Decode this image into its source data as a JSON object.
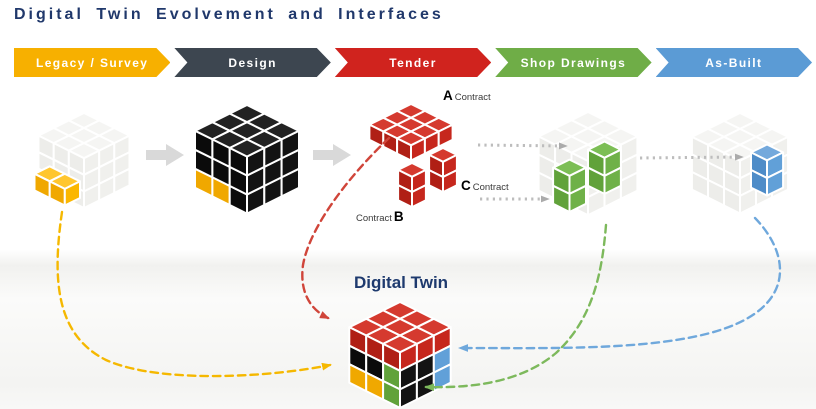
{
  "title": "Digital Twin Evolvement and Interfaces",
  "banner": {
    "text_color": "#FFFFFF",
    "stages": [
      {
        "label": "Legacy / Survey",
        "color": "#F7B000"
      },
      {
        "label": "Design",
        "color": "#3D4650"
      },
      {
        "label": "Tender",
        "color": "#D0231E"
      },
      {
        "label": "Shop Drawings",
        "color": "#6FAD47"
      },
      {
        "label": "As-Built",
        "color": "#5B9BD5"
      }
    ]
  },
  "digital_twin": {
    "label": "Digital Twin",
    "label_color": "#1E3A6E"
  },
  "tender": {
    "contracts": [
      {
        "letter": "A",
        "word": "Contract"
      },
      {
        "letter": "B",
        "word": "Contract"
      },
      {
        "letter": "C",
        "word": "Contract"
      }
    ]
  },
  "palette": {
    "gray": {
      "top": "#F5F5F3",
      "left": "#EDEDEA",
      "right": "#F0F0ED"
    },
    "black": {
      "top": "#222222",
      "left": "#0B0B0B",
      "right": "#131313"
    },
    "red": {
      "top": "#D53A2F",
      "left": "#B01F15",
      "right": "#C6271D"
    },
    "yellow": {
      "top": "#FFC62E",
      "left": "#F0A800",
      "right": "#FBB700"
    },
    "green": {
      "top": "#7CBE55",
      "left": "#61A23A",
      "right": "#6FB148"
    },
    "blue": {
      "top": "#74A9DC",
      "left": "#4E8CC8",
      "right": "#61A0D8"
    }
  },
  "cubes": {
    "legacy": {
      "base": "gray",
      "overlays": [
        {
          "color": "yellow",
          "off": [
            -4,
            5
          ],
          "cubies": [
            [
              0,
              2,
              2
            ],
            [
              1,
              2,
              2
            ]
          ]
        }
      ]
    },
    "design": {
      "base": "black",
      "left_cells": [
        {
          "row": 2,
          "col": 0,
          "color": "yellow"
        },
        {
          "row": 2,
          "col": 1,
          "color": "yellow"
        }
      ]
    },
    "tender_a": {
      "base": "red"
    },
    "tender_b": {
      "overlays": [
        {
          "color": "red",
          "cubies": [
            [
              0,
              0,
              0
            ],
            [
              0,
              0,
              1
            ]
          ]
        }
      ]
    },
    "tender_c": {
      "overlays": [
        {
          "color": "red",
          "cubies": [
            [
              0,
              0,
              0
            ],
            [
              0,
              0,
              1
            ]
          ]
        }
      ]
    },
    "shop": {
      "base": "gray",
      "overlays": [
        {
          "color": "green",
          "off": [
            -2,
            5
          ],
          "cubies": [
            [
              1,
              2,
              1
            ],
            [
              1,
              2,
              2
            ]
          ]
        },
        {
          "color": "green",
          "off": [
            0,
            5
          ],
          "cubies": [
            [
              2,
              1,
              0
            ],
            [
              2,
              1,
              1
            ]
          ]
        }
      ]
    },
    "asbuilt": {
      "base": "gray",
      "overlays": [
        {
          "color": "blue",
          "off": [
            -5,
            -2
          ],
          "cubies": [
            [
              2,
              0,
              1
            ],
            [
              2,
              0,
              2
            ]
          ]
        }
      ]
    },
    "digital_twin": {
      "base": "red",
      "left_cells": [
        {
          "row": 1,
          "col": 0,
          "color": "black"
        },
        {
          "row": 1,
          "col": 1,
          "color": "black"
        },
        {
          "row": 1,
          "col": 2,
          "color": "green"
        },
        {
          "row": 2,
          "col": 0,
          "color": "yellow"
        },
        {
          "row": 2,
          "col": 1,
          "color": "yellow"
        },
        {
          "row": 2,
          "col": 2,
          "color": "green"
        }
      ],
      "right_cells": [
        {
          "row": 1,
          "col": 0,
          "color": "black"
        },
        {
          "row": 1,
          "col": 1,
          "color": "black"
        },
        {
          "row": 1,
          "col": 2,
          "color": "blue"
        },
        {
          "row": 2,
          "col": 0,
          "color": "black"
        },
        {
          "row": 2,
          "col": 1,
          "color": "black"
        },
        {
          "row": 2,
          "col": 2,
          "color": "blue"
        }
      ]
    }
  },
  "connectors": {
    "solid_arrow_color": "#D9D9D9",
    "dotted_color": "#BDBDBD",
    "dashed": [
      {
        "name": "legacy-to-digital-twin",
        "color": "#F5B800"
      },
      {
        "name": "tender-to-digital-twin",
        "color": "#D0453A"
      },
      {
        "name": "shop-drawings-to-digital-twin",
        "color": "#7DB95C"
      },
      {
        "name": "as-built-to-digital-twin",
        "color": "#6FA8DC"
      }
    ]
  }
}
